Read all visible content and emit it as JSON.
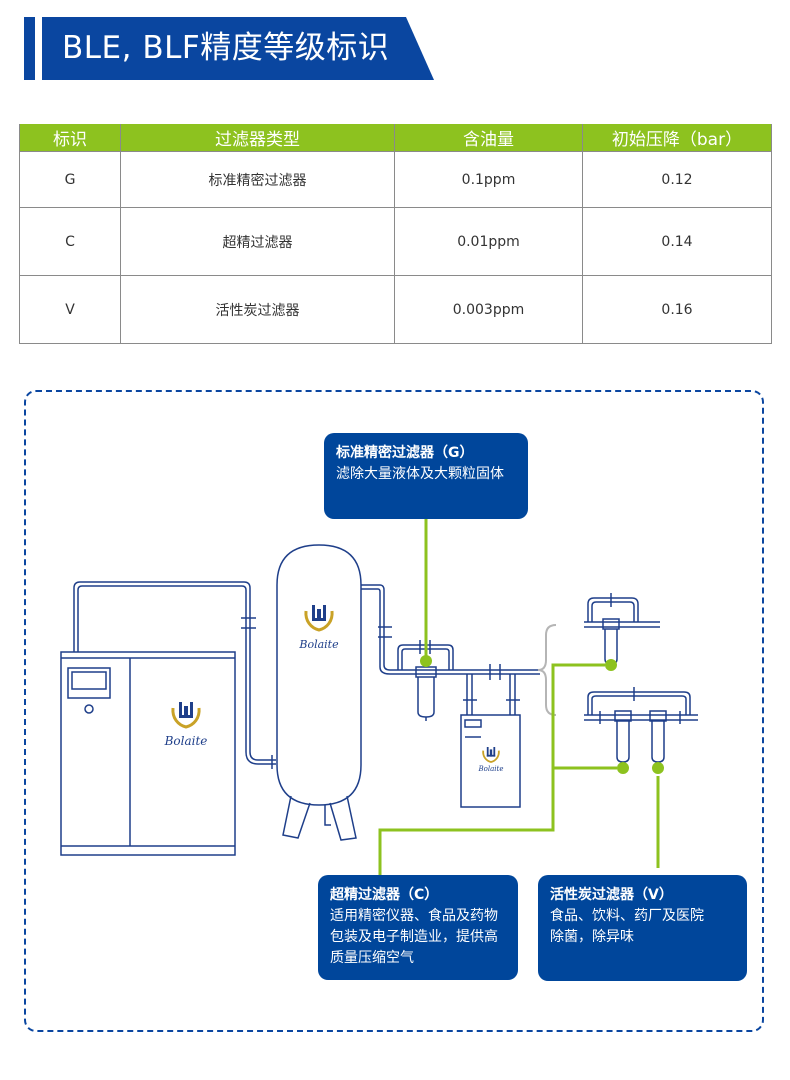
{
  "header": {
    "title": "BLE, BLF精度等级标识"
  },
  "table": {
    "columns": [
      "标识",
      "过滤器类型",
      "含油量",
      "初始压降（bar）"
    ],
    "rows": [
      [
        "G",
        "标准精密过滤器",
        "0.1ppm",
        "0.12"
      ],
      [
        "C",
        "超精过滤器",
        "0.01ppm",
        "0.14"
      ],
      [
        "V",
        "活性炭过滤器",
        "0.003ppm",
        "0.16"
      ]
    ]
  },
  "diagram": {
    "brand": "Bolaite",
    "callouts": {
      "g": {
        "title": "标准精密过滤器（G）",
        "lines": [
          "滤除大量液体及大颗粒固体"
        ]
      },
      "c": {
        "title": "超精过滤器（C）",
        "lines": [
          "适用精密仪器、食品及药物",
          "包装及电子制造业，提供高",
          "质量压缩空气"
        ]
      },
      "v": {
        "title": "活性炭过滤器（V）",
        "lines": [
          "食品、饮料、药厂及医院",
          "除菌，除异味"
        ]
      }
    }
  },
  "colors": {
    "brand_blue": "#0a46a0",
    "callout_blue": "#00469b",
    "accent_green": "#8dc21f",
    "pipe_blue": "#1f3f8a",
    "brace_gray": "#b5b5b5",
    "logo_gold": "#c9a227"
  }
}
